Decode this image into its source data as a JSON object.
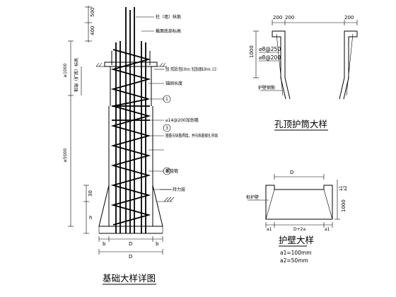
{
  "titles": {
    "foundation": "基础大样详图",
    "hole_top": "孔顶护筒大样",
    "wall": "护壁大样"
  },
  "pile": {
    "top_dims": [
      "500",
      "400"
    ],
    "labels": {
      "column_main_bar": "柱（墙）纵筋",
      "section_bottom": "截面底部标高",
      "concrete_cover": "垫层（素混凝土垫层100mm，每边宽出基础100mm，C15）",
      "anchorage": "锚固长度",
      "stirrup": "⌀14@200加劲箍",
      "weld_note": "箍筋与纵筋焊接，并与纵筋绑扎牢固",
      "spiral": "螺旋箍",
      "bearing_layer": "持力层",
      "bottom_elevation": "桩端（扩底）标高"
    },
    "left_dims": [
      "≥1000",
      "≥5000",
      "30",
      "h"
    ],
    "markers": [
      "1",
      "3",
      "2"
    ],
    "bottom_dims": [
      "b",
      "D",
      "b",
      "D"
    ]
  },
  "hole_top": {
    "top_dims": [
      "200",
      "200",
      "200"
    ],
    "side_dim": "1000",
    "bars": [
      "⌀8@250",
      "⌀8@200"
    ],
    "label": "护壁钢筋"
  },
  "wall": {
    "top_dim": "D",
    "side_dims": [
      "a1",
      "a2"
    ],
    "inner_label": "桩护壁",
    "bottom_dims": [
      "a1",
      "D+2a",
      "a1"
    ],
    "right_dim": "1000",
    "notes": [
      "a1=100mm",
      "a2=50mm"
    ]
  }
}
